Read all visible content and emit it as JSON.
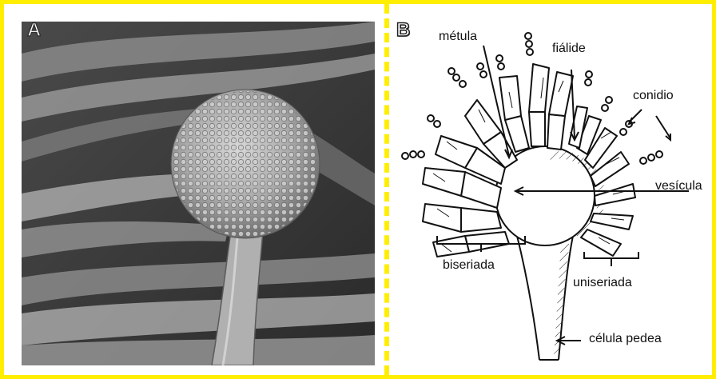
{
  "panel_a": {
    "letter": "A"
  },
  "panel_b": {
    "letter": "B",
    "labels": {
      "metula": "métula",
      "fialide": "fiálide",
      "conidio": "conidio",
      "vesicula": "vesícula",
      "biseriada": "biseriada",
      "uniseriada": "uniseriada",
      "celula_pedea": "célula pedea"
    }
  },
  "colors": {
    "frame": "#ffee00",
    "ink": "#111111"
  }
}
